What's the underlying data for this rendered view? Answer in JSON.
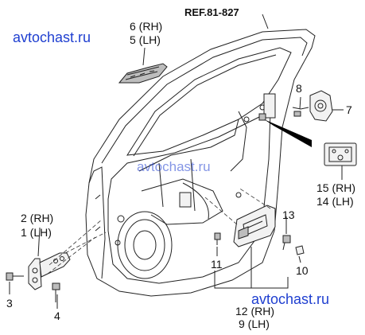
{
  "reference": "REF.81-827",
  "watermarks": [
    "avtochast.ru",
    "avtochast.ru",
    "avtochast.ru"
  ],
  "labels": {
    "p6": "6 (RH)",
    "p5": "5 (LH)",
    "p8": "8",
    "p7": "7",
    "p15": "15 (RH)",
    "p14": "14 (LH)",
    "p2": "2 (RH)",
    "p1": "1 (LH)",
    "p3": "3",
    "p4": "4",
    "p13": "13",
    "p11": "11",
    "p10": "10",
    "p12": "12 (RH)",
    "p9": "9 (LH)"
  },
  "colors": {
    "watermark": "#1f3fd0",
    "lines": "#222222"
  }
}
